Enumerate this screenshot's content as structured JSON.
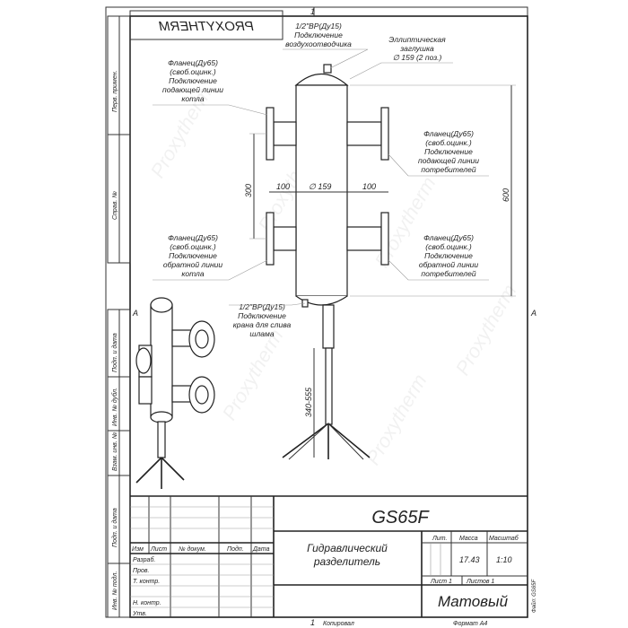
{
  "sheet": {
    "top_number": "1",
    "bottom_number": "1",
    "copied": "Копировал",
    "format": "Формат А4",
    "section_mark": "А",
    "file": "Файл: GS65F"
  },
  "logo": "PROXYTHERM",
  "watermark": "Proxytherm",
  "side_labels": [
    "Перв. примен.",
    "Справ. №",
    "Подп. и дата",
    "Инв. № дубл.",
    "Взам. инв. №",
    "Подп. и дата",
    "Инв. № подл."
  ],
  "callouts": {
    "air_vent": [
      "1/2\"ВР(Ду15)",
      "Подключение",
      "воздухоотводчика"
    ],
    "cap": [
      "Эллиптическая",
      "заглушка",
      "∅ 159 (2 поз.)"
    ],
    "boiler_supply": [
      "Фланец(Ду65)",
      "(своб.оцинк.)",
      "Подключение",
      "подающей линии",
      "котла"
    ],
    "consumer_supply": [
      "Фланец(Ду65)",
      "(своб.оцинк.)",
      "Подключение",
      "подающей линии",
      "потребителей"
    ],
    "boiler_return": [
      "Фланец(Ду65)",
      "(своб.оцинк.)",
      "Подключение",
      "обратной линии",
      "котла"
    ],
    "consumer_return": [
      "Фланец(Ду65)",
      "(своб.оцинк.)",
      "Подключение",
      "обратной линии",
      "потребителей"
    ],
    "drain": [
      "1/2\"ВР(Ду15)",
      "Подключение",
      "крана для слива",
      "шлама"
    ]
  },
  "dimensions": {
    "nozzle_spacing": "300",
    "left_offset": "100",
    "diameter": "∅ 159",
    "right_offset": "100",
    "height": "600",
    "stand": "340-555"
  },
  "title_block": {
    "designation": "GS65F",
    "name": [
      "Гидравлический",
      "разделитель"
    ],
    "headers": [
      "Изм",
      "Лист",
      "№ докум.",
      "Подп.",
      "Дата"
    ],
    "roles": [
      "Разраб.",
      "Пров.",
      "Т. контр.",
      "",
      "Н. контр.",
      "Утв."
    ],
    "lit_label": "Лит.",
    "mass_label": "Масса",
    "scale_label": "Масштаб",
    "mass": "17.43",
    "scale": "1:10",
    "sheet_label": "Лист 1",
    "sheets_label": "Листов 1",
    "finish": "Матовый"
  }
}
